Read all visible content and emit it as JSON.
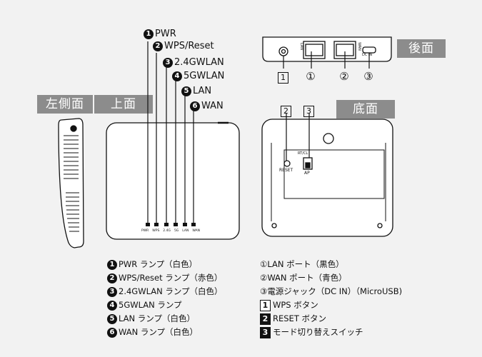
{
  "labels": {
    "left_side": "左側面",
    "top": "上面",
    "rear": "後面",
    "bottom": "底面"
  },
  "leds": [
    {
      "num": "1",
      "name": "PWR"
    },
    {
      "num": "2",
      "name": "WPS/Reset"
    },
    {
      "num": "3",
      "name": "2.4GWLAN"
    },
    {
      "num": "4",
      "name": "5GWLAN"
    },
    {
      "num": "5",
      "name": "LAN"
    },
    {
      "num": "6",
      "name": "WAN"
    }
  ],
  "device_led_marks": [
    "PWR",
    "WPS",
    "2.4G",
    "5G",
    "LAN",
    "WAN"
  ],
  "rear_ports": [
    {
      "marker": "1",
      "style": "box"
    },
    {
      "marker": "①",
      "style": "circle"
    },
    {
      "marker": "②",
      "style": "circle"
    },
    {
      "marker": "③",
      "style": "circle"
    }
  ],
  "rear_port_texts": {
    "lan": "LAN",
    "wan": "WAN",
    "dcin": "DC IN"
  },
  "bottom_markers": [
    "2",
    "3"
  ],
  "bottom_texts": {
    "reset": "RESET",
    "rt": "RT/CL",
    "ap": "AP"
  },
  "legend_left": [
    {
      "num": "1",
      "text": "PWR ランプ（白色）"
    },
    {
      "num": "2",
      "text": "WPS/Reset ランプ（赤色）"
    },
    {
      "num": "3",
      "text": "2.4GWLAN ランプ（白色）"
    },
    {
      "num": "4",
      "text": "5GWLAN ランプ"
    },
    {
      "num": "5",
      "text": "LAN ランプ（白色）"
    },
    {
      "num": "6",
      "text": "WAN ランプ（白色）"
    }
  ],
  "legend_right": [
    {
      "marker": "①",
      "style": "plain",
      "text": "LAN ポート（黒色）"
    },
    {
      "marker": "②",
      "style": "plain",
      "text": "WAN ポート（青色）"
    },
    {
      "marker": "③",
      "style": "plain",
      "text": "電源ジャック（DC IN）（MicroUSB)"
    },
    {
      "marker": "1",
      "style": "box",
      "text": "WPS ボタン"
    },
    {
      "marker": "2",
      "style": "dark",
      "text": "RESET ボタン"
    },
    {
      "marker": "3",
      "style": "dark",
      "text": "モード切り替えスイッチ"
    }
  ]
}
